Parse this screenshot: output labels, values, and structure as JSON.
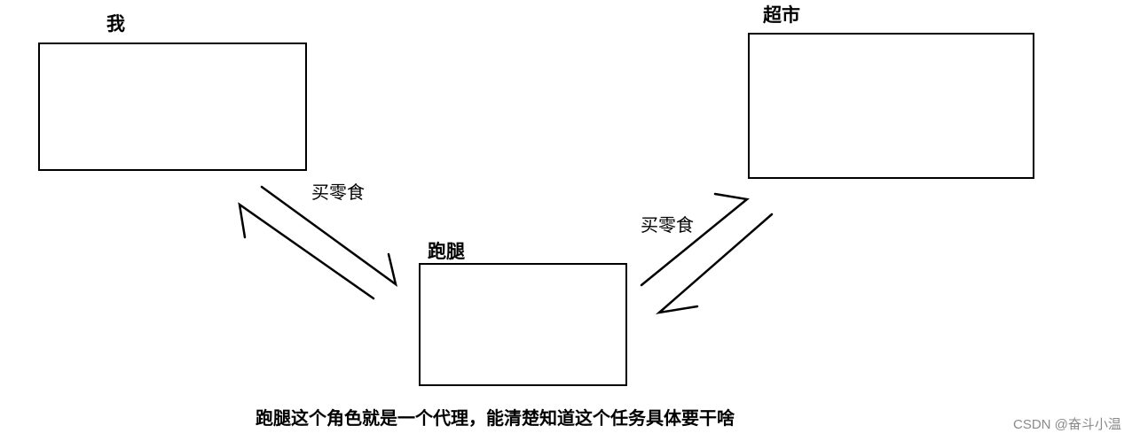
{
  "nodes": {
    "me": {
      "label": "我"
    },
    "supermarket": {
      "label": "超市"
    },
    "errand": {
      "label": "跑腿"
    }
  },
  "edges": {
    "me_to_errand": {
      "label": "买零食"
    },
    "errand_to_supermarket": {
      "label": "买零食"
    }
  },
  "caption": "跑腿这个角色就是一个代理，能清楚知道这个任务具体要干啥",
  "watermark": "CSDN @奋斗小温",
  "colors": {
    "stroke": "#000000",
    "background": "#ffffff",
    "watermark": "#8a8a8a"
  }
}
